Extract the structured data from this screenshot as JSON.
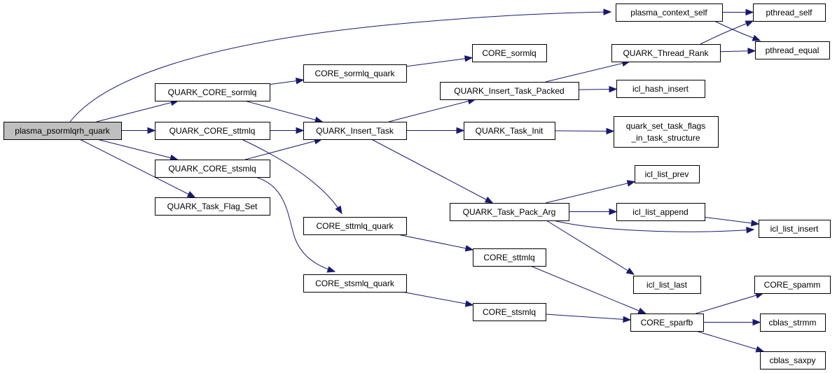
{
  "diagram": {
    "colors": {
      "edge": "#191970",
      "root_fill": "#bfbfbf",
      "node_fill": "#ffffff",
      "border": "#000000"
    },
    "nodes": [
      {
        "id": "plasma_psormlqrh_quark",
        "label": "plasma_psormlqrh_quark",
        "root": true
      },
      {
        "id": "plasma_context_self",
        "label": "plasma_context_self"
      },
      {
        "id": "QUARK_CORE_sormlq",
        "label": "QUARK_CORE_sormlq"
      },
      {
        "id": "QUARK_CORE_sttmlq",
        "label": "QUARK_CORE_sttmlq"
      },
      {
        "id": "QUARK_CORE_stsmlq",
        "label": "QUARK_CORE_stsmlq"
      },
      {
        "id": "QUARK_Task_Flag_Set",
        "label": "QUARK_Task_Flag_Set"
      },
      {
        "id": "CORE_sormlq_quark",
        "label": "CORE_sormlq_quark"
      },
      {
        "id": "QUARK_Insert_Task",
        "label": "QUARK_Insert_Task"
      },
      {
        "id": "CORE_sttmlq_quark",
        "label": "CORE_sttmlq_quark"
      },
      {
        "id": "CORE_stsmlq_quark",
        "label": "CORE_stsmlq_quark"
      },
      {
        "id": "CORE_sormlq",
        "label": "CORE_sormlq"
      },
      {
        "id": "QUARK_Insert_Task_Packed",
        "label": "QUARK_Insert_Task_Packed"
      },
      {
        "id": "QUARK_Task_Init",
        "label": "QUARK_Task_Init"
      },
      {
        "id": "QUARK_Task_Pack_Arg",
        "label": "QUARK_Task_Pack_Arg"
      },
      {
        "id": "CORE_sttmlq",
        "label": "CORE_sttmlq"
      },
      {
        "id": "CORE_stsmlq",
        "label": "CORE_stsmlq"
      },
      {
        "id": "QUARK_Thread_Rank",
        "label": "QUARK_Thread_Rank"
      },
      {
        "id": "icl_hash_insert",
        "label": "icl_hash_insert"
      },
      {
        "id": "quark_set_task_flags_in_task_structure",
        "label": "quark_set_task_flags",
        "label2": "_in_task_structure"
      },
      {
        "id": "icl_list_prev",
        "label": "icl_list_prev"
      },
      {
        "id": "icl_list_append",
        "label": "icl_list_append"
      },
      {
        "id": "icl_list_last",
        "label": "icl_list_last"
      },
      {
        "id": "CORE_sparfb",
        "label": "CORE_sparfb"
      },
      {
        "id": "pthread_self",
        "label": "pthread_self"
      },
      {
        "id": "pthread_equal",
        "label": "pthread_equal"
      },
      {
        "id": "icl_list_insert",
        "label": "icl_list_insert"
      },
      {
        "id": "CORE_spamm",
        "label": "CORE_spamm"
      },
      {
        "id": "cblas_strmm",
        "label": "cblas_strmm"
      },
      {
        "id": "cblas_saxpy",
        "label": "cblas_saxpy"
      }
    ],
    "edges": [
      {
        "from": "plasma_psormlqrh_quark",
        "to": "plasma_context_self"
      },
      {
        "from": "plasma_psormlqrh_quark",
        "to": "QUARK_CORE_sormlq"
      },
      {
        "from": "plasma_psormlqrh_quark",
        "to": "QUARK_CORE_sttmlq"
      },
      {
        "from": "plasma_psormlqrh_quark",
        "to": "QUARK_CORE_stsmlq"
      },
      {
        "from": "plasma_psormlqrh_quark",
        "to": "QUARK_Task_Flag_Set"
      },
      {
        "from": "plasma_context_self",
        "to": "pthread_self"
      },
      {
        "from": "plasma_context_self",
        "to": "pthread_equal"
      },
      {
        "from": "QUARK_CORE_sormlq",
        "to": "CORE_sormlq_quark"
      },
      {
        "from": "QUARK_CORE_sormlq",
        "to": "QUARK_Insert_Task"
      },
      {
        "from": "QUARK_CORE_sttmlq",
        "to": "QUARK_Insert_Task"
      },
      {
        "from": "QUARK_CORE_sttmlq",
        "to": "CORE_sttmlq_quark"
      },
      {
        "from": "QUARK_CORE_stsmlq",
        "to": "QUARK_Insert_Task"
      },
      {
        "from": "QUARK_CORE_stsmlq",
        "to": "CORE_stsmlq_quark"
      },
      {
        "from": "CORE_sormlq_quark",
        "to": "CORE_sormlq"
      },
      {
        "from": "QUARK_Insert_Task",
        "to": "QUARK_Insert_Task_Packed"
      },
      {
        "from": "QUARK_Insert_Task",
        "to": "QUARK_Task_Init"
      },
      {
        "from": "QUARK_Insert_Task",
        "to": "QUARK_Task_Pack_Arg"
      },
      {
        "from": "CORE_sttmlq_quark",
        "to": "CORE_sttmlq"
      },
      {
        "from": "CORE_stsmlq_quark",
        "to": "CORE_stsmlq"
      },
      {
        "from": "QUARK_Insert_Task_Packed",
        "to": "QUARK_Thread_Rank"
      },
      {
        "from": "QUARK_Insert_Task_Packed",
        "to": "icl_hash_insert"
      },
      {
        "from": "QUARK_Task_Init",
        "to": "quark_set_task_flags_in_task_structure"
      },
      {
        "from": "QUARK_Task_Pack_Arg",
        "to": "icl_list_prev"
      },
      {
        "from": "QUARK_Task_Pack_Arg",
        "to": "icl_list_append"
      },
      {
        "from": "QUARK_Task_Pack_Arg",
        "to": "icl_list_insert"
      },
      {
        "from": "QUARK_Task_Pack_Arg",
        "to": "icl_list_last"
      },
      {
        "from": "CORE_sttmlq",
        "to": "CORE_sparfb"
      },
      {
        "from": "CORE_stsmlq",
        "to": "CORE_sparfb"
      },
      {
        "from": "QUARK_Thread_Rank",
        "to": "pthread_self"
      },
      {
        "from": "QUARK_Thread_Rank",
        "to": "pthread_equal"
      },
      {
        "from": "icl_list_append",
        "to": "icl_list_insert"
      },
      {
        "from": "CORE_sparfb",
        "to": "CORE_spamm"
      },
      {
        "from": "CORE_sparfb",
        "to": "cblas_strmm"
      },
      {
        "from": "CORE_sparfb",
        "to": "cblas_saxpy"
      }
    ]
  }
}
